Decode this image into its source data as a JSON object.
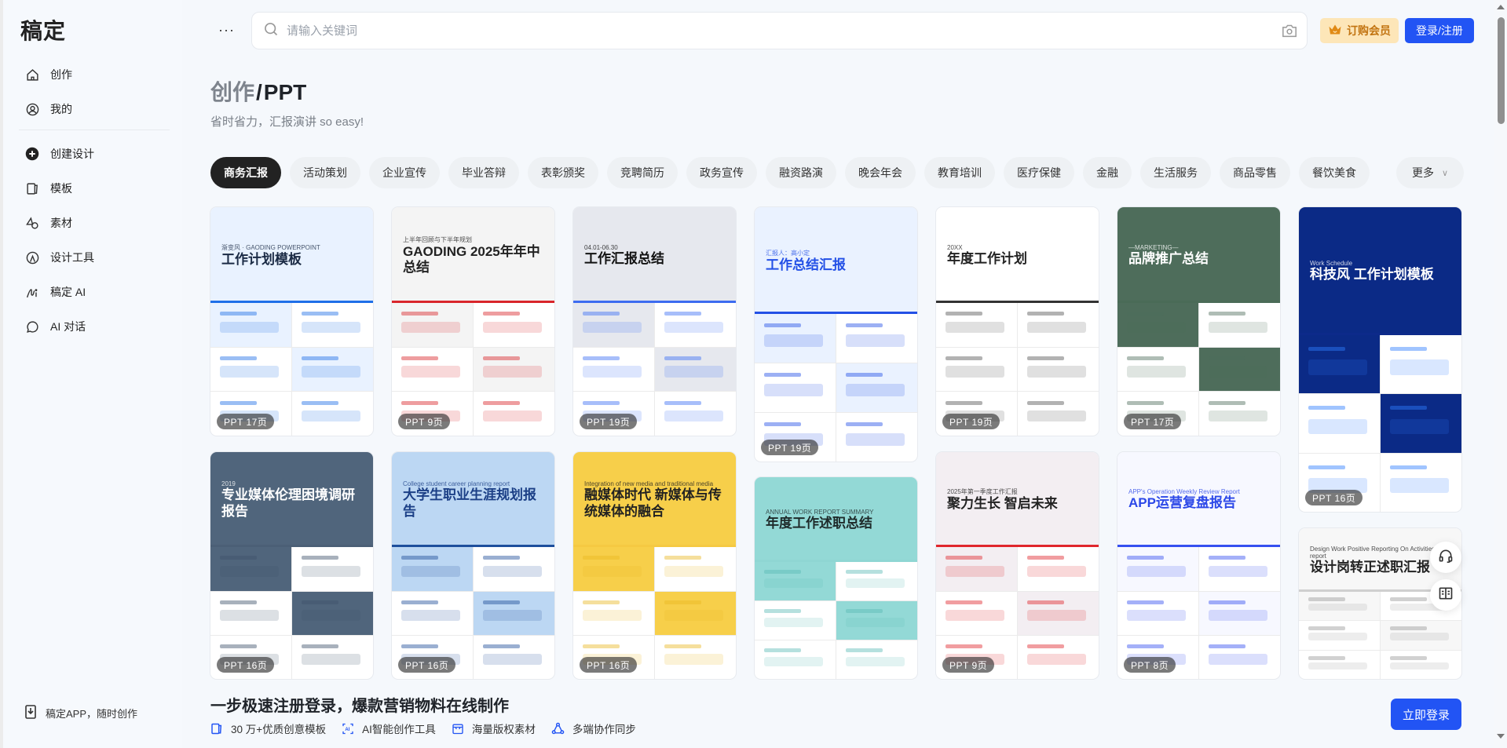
{
  "app": {
    "logo": "稿定"
  },
  "sidebar": {
    "items": [
      {
        "label": "创作",
        "icon": "home-icon"
      },
      {
        "label": "我的",
        "icon": "user-circle-icon"
      },
      {
        "label": "创建设计",
        "icon": "plus-circle-icon"
      },
      {
        "label": "模板",
        "icon": "template-icon"
      },
      {
        "label": "素材",
        "icon": "shapes-icon"
      },
      {
        "label": "设计工具",
        "icon": "compass-icon"
      },
      {
        "label": "稿定 AI",
        "icon": "ai-pen-icon"
      },
      {
        "label": "AI 对话",
        "icon": "chat-bubble-icon"
      }
    ],
    "app_promo": "稿定APP，随时创作"
  },
  "topbar": {
    "more": "···",
    "search_placeholder": "请输入关键词",
    "vip_label": "订购会员",
    "login_label": "登录/注册"
  },
  "header": {
    "crumb": "创作",
    "separator": "/",
    "current": "PPT",
    "subtitle": "省时省力，汇报演讲 so easy!"
  },
  "tabs": {
    "items": [
      "商务汇报",
      "活动策划",
      "企业宣传",
      "毕业答辩",
      "表彰颁奖",
      "竞聘简历",
      "政务宣传",
      "融资路演",
      "晚会年会",
      "教育培训",
      "医疗保健",
      "金融",
      "生活服务",
      "商品零售",
      "餐饮美食"
    ],
    "active_index": 0,
    "more_label": "更多"
  },
  "cards": [
    {
      "title": "工作计划模板",
      "sub": "渐变风 · GAODING POWERPOINT",
      "badge": "PPT  17页",
      "theme": "#1f6fe8",
      "bg": "#e9f2ff",
      "fg": "#1e6ee6",
      "tcolor": "#1a2a44"
    },
    {
      "title": "GAODING 2025年年中总结",
      "sub": "上半年回顾与下半年规划",
      "badge": "PPT  9页",
      "theme": "#d9252b",
      "bg": "#f4f4f4",
      "fg": "#d9252b",
      "tcolor": "#222"
    },
    {
      "title": "工作汇报总结",
      "sub": "04.01-06.30",
      "badge": "PPT  19页",
      "theme": "#3d6cf0",
      "bg": "#e6e8ee",
      "fg": "#3b6ef5",
      "tcolor": "#111"
    },
    {
      "title": "工作总结汇报",
      "sub": "汇报人：高小定",
      "badge": "PPT  19页",
      "theme": "#2350e6",
      "bg": "#eaf2ff",
      "fg": "#2350e6",
      "tcolor": "#2350e6"
    },
    {
      "title": "年度工作计划",
      "sub": "20XX",
      "badge": "PPT  19页",
      "theme": "#333",
      "bg": "#ffffff",
      "fg": "#555",
      "tcolor": "#222"
    },
    {
      "title": "品牌推广总结",
      "sub": "—MARKETING—",
      "badge": "PPT  17页",
      "theme": "#4a6b57",
      "bg": "#4e6d5b",
      "fg": "#4e6d5b",
      "tcolor": "#ffffff"
    },
    {
      "title": "科技风 工作计划模板",
      "sub": "Work Schedule",
      "badge": "PPT  16页",
      "theme": "#0d2a8a",
      "bg": "#0b2a86",
      "fg": "#2d7cff",
      "tcolor": "#ffffff"
    },
    {
      "title": "专业媒体伦理困境调研报告",
      "sub": "2019",
      "badge": "PPT  16页",
      "theme": "#4b5f76",
      "bg": "#50657c",
      "fg": "#3f526a",
      "tcolor": "#ffffff"
    },
    {
      "title": "大学生职业生涯规划报告",
      "sub": "College student career planning report",
      "badge": "PPT  16页",
      "theme": "#1e4f9c",
      "bg": "#bcd7f3",
      "fg": "#1f4e9a",
      "tcolor": "#1b3f86"
    },
    {
      "title": "融媒体时代 新媒体与传统媒体的融合",
      "sub": "Integration of new media and traditional media",
      "badge": "PPT  16页",
      "theme": "#f5c942",
      "bg": "#f7cf4a",
      "fg": "#e8b923",
      "tcolor": "#222"
    },
    {
      "title": "年度工作述职总结",
      "sub": "ANNUAL WORK REPORT SUMMARY",
      "badge": "",
      "theme": "#8fd6d3",
      "bg": "#93d9d6",
      "fg": "#5cbab6",
      "tcolor": "#1e2a2a"
    },
    {
      "title": "聚力生长 智启未来",
      "sub": "2025年第一季度工作汇报",
      "badge": "PPT  9页",
      "theme": "#e0262c",
      "bg": "#f3eef2",
      "fg": "#e0262c",
      "tcolor": "#222"
    },
    {
      "title": "APP运营复盘报告",
      "sub": "APP's Operation Weekly Review Report",
      "badge": "PPT  8页",
      "theme": "#3650f0",
      "bg": "#f7f8ff",
      "fg": "#3650f0",
      "tcolor": "#2c48e8"
    },
    {
      "title": "设计岗转正述职汇报",
      "sub": "Design Work Positive Reporting On Activities The report",
      "badge": "",
      "theme": "#cfcfcf",
      "bg": "#f7f7f7",
      "fg": "#999",
      "tcolor": "#222"
    }
  ],
  "float_tools": [
    {
      "icon": "headset-icon"
    },
    {
      "icon": "book-icon"
    }
  ],
  "promo": {
    "title": "一步极速注册登录，爆款营销物料在线制作",
    "features": [
      {
        "label": "30 万+优质创意模板",
        "icon": "template-icon"
      },
      {
        "label": "AI智能创作工具",
        "icon": "ai-scan-icon"
      },
      {
        "label": "海量版权素材",
        "icon": "store-icon"
      },
      {
        "label": "多端协作同步",
        "icon": "sync-icon"
      }
    ],
    "cta_label": "立即登录"
  },
  "colors": {
    "primary": "#2254f4",
    "vip_bg": "#fde6b8",
    "vip_text": "#c27411",
    "page_bg": "#f5f8fc"
  }
}
